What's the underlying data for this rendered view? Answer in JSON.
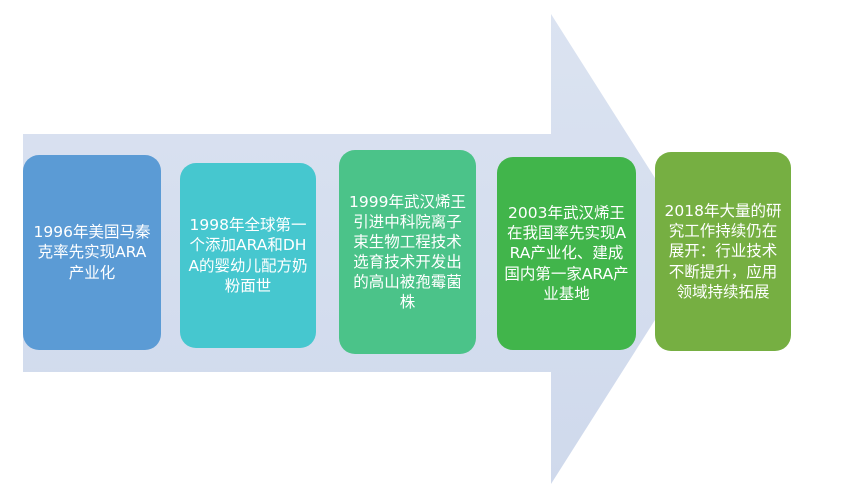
{
  "graphic": {
    "type": "timeline-arrow-process",
    "title_visible": false,
    "arrow": {
      "name": "right-arrow-shape",
      "fill_color": "#D6DFEF",
      "direction": "right"
    },
    "background_color": "#FFFFFF"
  },
  "steps": [
    {
      "index": 1,
      "year": "1996",
      "text": "1996年美国马秦克率先实现ARA产业化",
      "color": "#5B9BD5",
      "text_color": "#FFFFFF"
    },
    {
      "index": 2,
      "year": "1998",
      "text": "1998年全球第一个添加ARA和DHA的婴幼儿配方奶粉面世",
      "color": "#46C7CF",
      "text_color": "#FFFFFF"
    },
    {
      "index": 3,
      "year": "1999",
      "text": "1999年武汉烯王引进中科院离子束生物工程技术选育技术开发出的高山被孢霉菌株",
      "color": "#4BC389",
      "text_color": "#FFFFFF"
    },
    {
      "index": 4,
      "year": "2003",
      "text": "2003年武汉烯王在我国率先实现ARA产业化、建成国内第一家ARA产业基地",
      "color": "#41B54B",
      "text_color": "#FFFFFF"
    },
    {
      "index": 5,
      "year": "2018",
      "text": "2018年大量的研究工作持续仍在展开：行业技术不断提升，应用领域持续拓展",
      "color": "#76AF42",
      "text_color": "#FFFFFF"
    }
  ]
}
